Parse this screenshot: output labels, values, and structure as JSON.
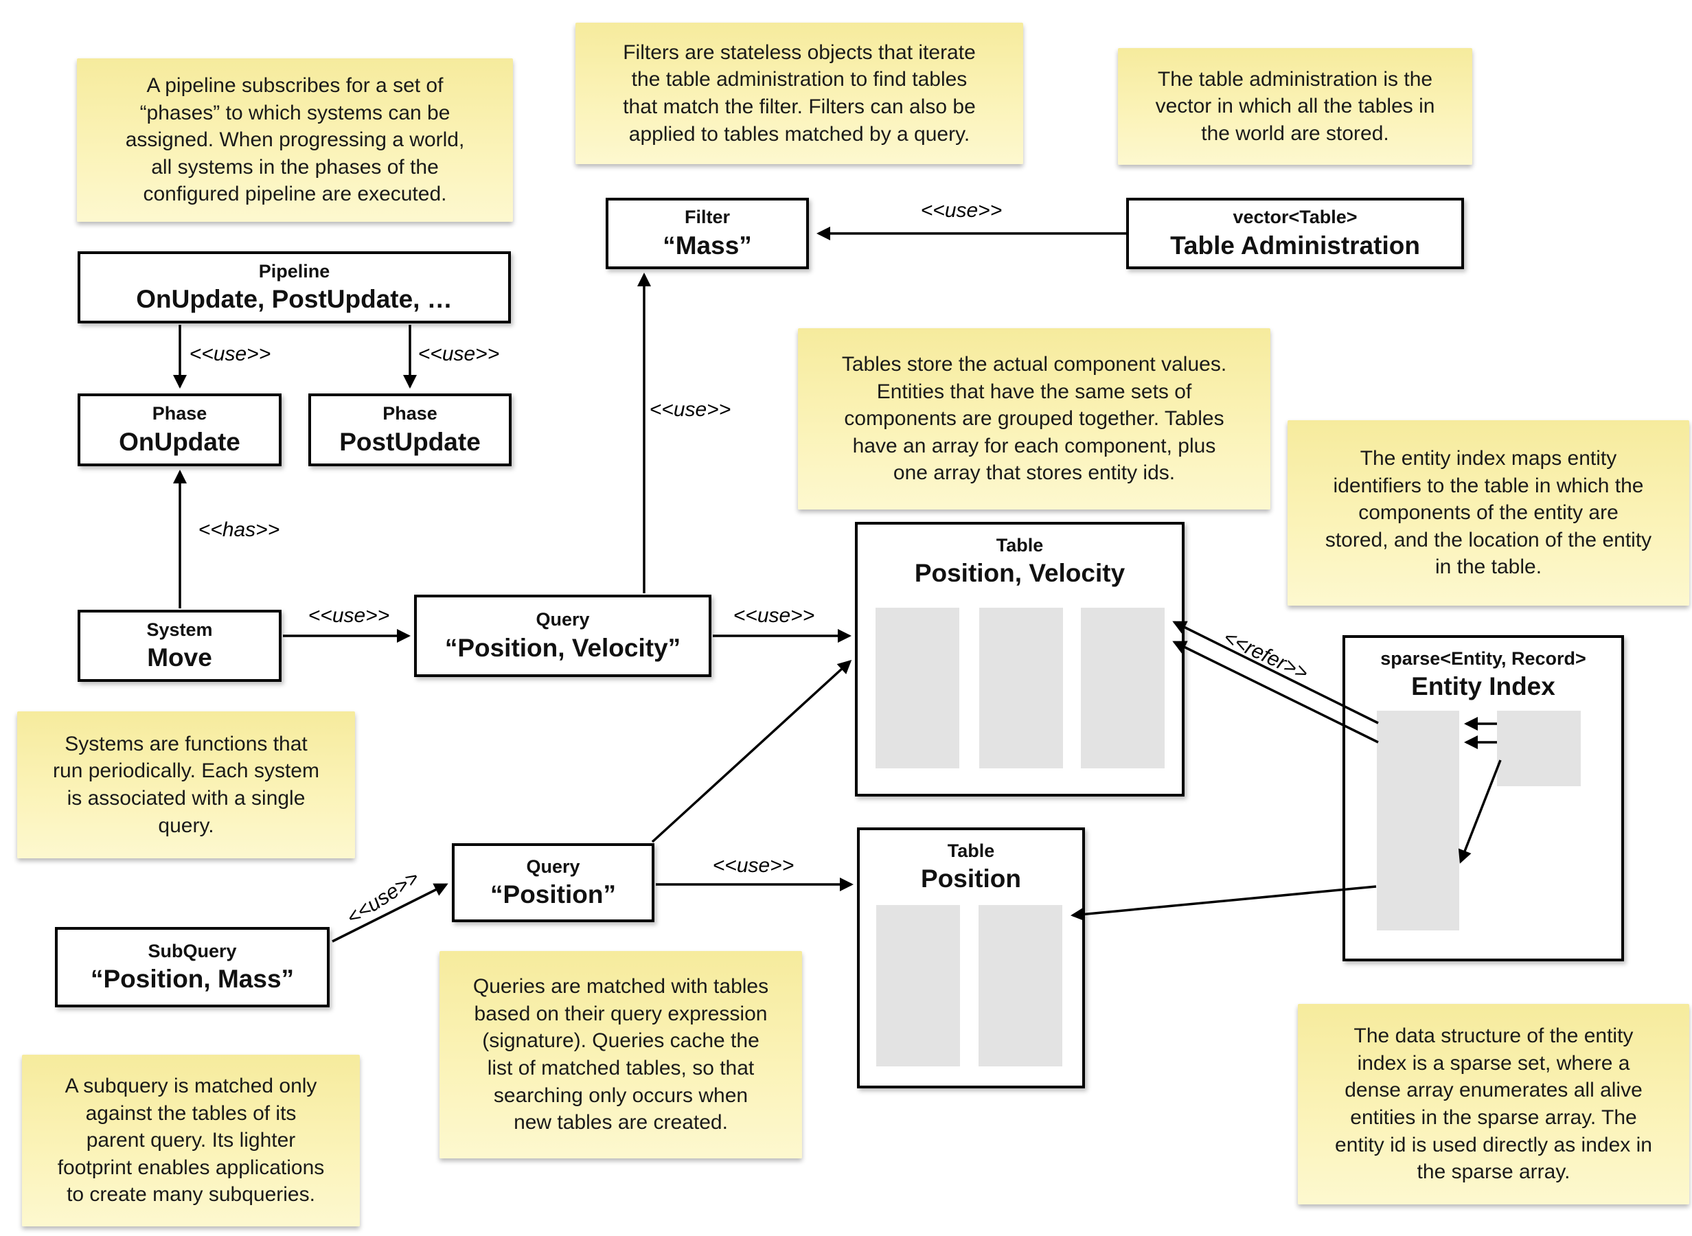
{
  "notes": {
    "pipeline": "A pipeline subscribes for a set of\n“phases” to which systems can be\nassigned. When progressing a world,\nall systems in the phases of the\nconfigured pipeline are executed.",
    "filters": "Filters are stateless objects that iterate\nthe table administration to find tables\nthat match the filter. Filters can also be\napplied to tables matched by a query.",
    "table_admin": "The table administration is the\nvector in which all the tables in\nthe world are stored.",
    "tables": "Tables store the actual component values.\nEntities that have the same sets of\ncomponents are grouped together. Tables\nhave an array for each component, plus\none array that stores entity ids.",
    "entity_index": "The entity index maps entity\nidentifiers to the table in which the\ncomponents of the entity are\nstored, and the location of the entity\nin the table.",
    "systems": "Systems are functions that\nrun periodically. Each system\nis associated with a single\nquery.",
    "queries": "Queries are matched with tables\nbased on their query expression\n(signature). Queries cache the\nlist of matched tables, so that\nsearching only occurs when\nnew tables are created.",
    "subquery": "A subquery is matched only\nagainst the tables of its\nparent query. Its lighter\nfootprint enables applications\nto create many subqueries.",
    "sparse_set": "The data structure of the entity\nindex is a sparse set, where a\ndense array enumerates all alive\nentities in the sparse array. The\nentity id is used directly as index in\nthe sparse array."
  },
  "boxes": {
    "filter": {
      "stereotype": "Filter",
      "name": "“Mass”"
    },
    "table_admin": {
      "stereotype": "vector<Table>",
      "name": "Table Administration"
    },
    "pipeline": {
      "stereotype": "Pipeline",
      "name": "OnUpdate, PostUpdate, …"
    },
    "phase_onupdate": {
      "stereotype": "Phase",
      "name": "OnUpdate"
    },
    "phase_postupdate": {
      "stereotype": "Phase",
      "name": "PostUpdate"
    },
    "system_move": {
      "stereotype": "System",
      "name": "Move"
    },
    "query_pv": {
      "stereotype": "Query",
      "name": "“Position, Velocity”"
    },
    "query_p": {
      "stereotype": "Query",
      "name": "“Position”"
    },
    "subquery": {
      "stereotype": "SubQuery",
      "name": "“Position, Mass”"
    },
    "table_pv": {
      "stereotype": "Table",
      "name": "Position, Velocity"
    },
    "table_p": {
      "stereotype": "Table",
      "name": "Position"
    },
    "entity_index": {
      "stereotype": "sparse<Entity, Record>",
      "name": "Entity Index"
    }
  },
  "edge_labels": {
    "use": "<<use>>",
    "has": "<<has>>",
    "refer": "<<refer>>"
  },
  "colors": {
    "canvas_bg": "#ffffff",
    "note_bg_top": "#f6eb9d",
    "note_bg_bottom": "#fdf8cf",
    "box_bg": "#ffffff",
    "box_border": "#000000",
    "column_fill": "#e3e3e3",
    "edge_stroke": "#000000"
  }
}
